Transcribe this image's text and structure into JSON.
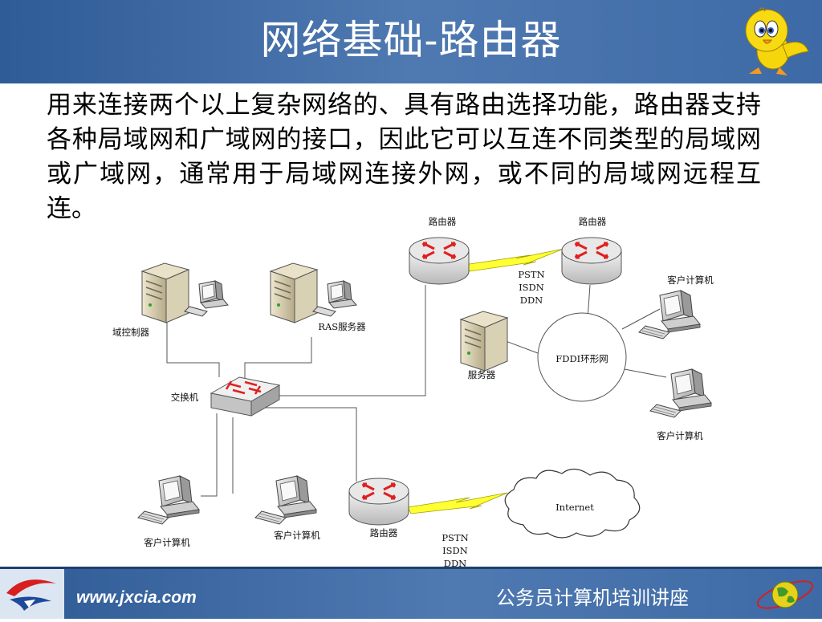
{
  "slide": {
    "title": "网络基础-路由器",
    "body": "用来连接两个以上复杂网络的、具有路由选择功能，路由器支持各种局域网和广域网的接口，因此它可以互连不同类型的局域网或广域网，通常用于局域网连接外网，或不同的局域网远程互连。"
  },
  "diagram": {
    "labels": {
      "router_top_left": "路由器",
      "router_top_right": "路由器",
      "link_top_line1": "PSTN",
      "link_top_line2": "ISDN",
      "link_top_line3": "DDN",
      "client_top_right": "客户计算机",
      "domain_controller": "域控制器",
      "ras_server": "RAS服务器",
      "server": "服务器",
      "fddi_ring": "FDDI环形网",
      "switch": "交换机",
      "client_mid_right": "客户计算机",
      "internet": "Internet",
      "client_bottom_left": "客户计算机",
      "client_bottom_mid": "客户计算机",
      "router_bottom": "路由器",
      "link_bottom_line1": "PSTN",
      "link_bottom_line2": "ISDN",
      "link_bottom_line3": "DDN"
    }
  },
  "footer": {
    "url": "www.jxcia.com",
    "course": "公务员计算机培训讲座"
  },
  "colors": {
    "header_blue": "#3d6aa6",
    "router_arrows": "#e02020",
    "lightning": "#ffff33"
  }
}
